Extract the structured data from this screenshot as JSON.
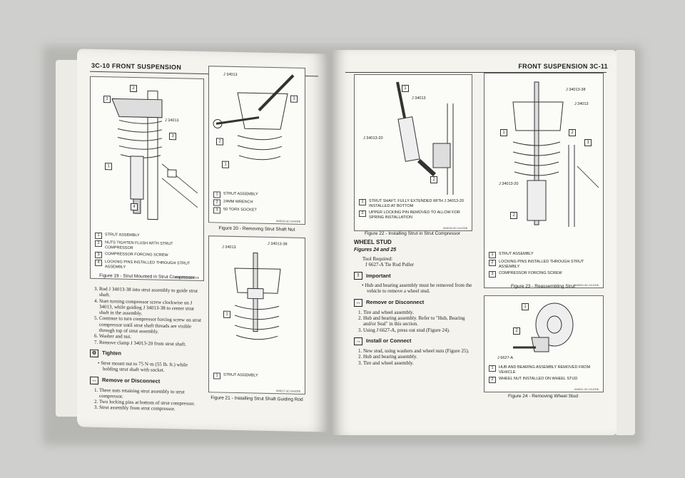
{
  "left_page": {
    "header": "3C-10 FRONT SUSPENSION",
    "fig19": {
      "legend": [
        {
          "n": "1",
          "text": "STRUT ASSEMBLY"
        },
        {
          "n": "2",
          "text": "NUTS TIGHTEN FLUSH WITH STRUT COMPRESSOR"
        },
        {
          "n": "3",
          "text": "COMPRESSOR FORCING SCREW"
        },
        {
          "n": "4",
          "text": "LOCKING PINS INSTALLED THROUGH STRUT ASSEMBLY"
        }
      ],
      "tool_label": "J 34013",
      "code": "W4015-3C-04-ED5",
      "caption": "Figure 19 - Strut Mounted in Strut Compressor"
    },
    "fig20": {
      "legend": [
        {
          "n": "1",
          "text": "STRUT ASSEMBLY"
        },
        {
          "n": "2",
          "text": "24mm WRENCH"
        },
        {
          "n": "3",
          "text": "50 TORX SOCKET"
        }
      ],
      "tool_label": "J 34013",
      "code": "W4016-3C-04-ED5",
      "caption": "Figure 20 - Removing Strut Shaft Nut"
    },
    "fig21": {
      "legend": [
        {
          "n": "1",
          "text": "STRUT ASSEMBLY"
        }
      ],
      "tool_label_a": "J 34013",
      "tool_label_b": "J 34013-38",
      "code": "W4017-3C-04-ED5",
      "caption": "Figure 21 - Installing Strut Shaft Guiding Rod"
    },
    "steps": [
      "Rod J 34013-38 into strut assembly to guide strut shaft.",
      "Start turning compressor screw clockwise on J 34013, while guiding J 34013-38 to center strut shaft in the assembly.",
      "Continue to turn compressor forcing screw on strut compressor until strut shaft threads are visible through top of strut assembly.",
      "Washer and nut.",
      "Remove clamp J 34013-20 from strut shaft."
    ],
    "tighten_title": "Tighten",
    "tighten_bullet": "Strut mount nut to 75 N·m (55 lb. ft.) while holding strut shaft with socket.",
    "remove_title": "Remove or Disconnect",
    "remove_steps": [
      "Three nuts retaining strut assembly to strut compressor.",
      "Two locking pins at bottom of strut compressor.",
      "Strut assembly from strut compressor."
    ]
  },
  "right_page": {
    "header": "FRONT SUSPENSION 3C-11",
    "fig22": {
      "legend": [
        {
          "n": "1",
          "text": "STRUT SHAFT, FULLY EXTENDED WITH J 34013-20 INSTALLED AT BOTTOM"
        },
        {
          "n": "2",
          "text": "UPPER LOCKING PIN REMOVED TO ALLOW FOR SPRING INSTALLATION"
        }
      ],
      "tool_label_a": "J 34013",
      "tool_label_b": "J 34013-20",
      "code": "W4018-3C-04-ED5",
      "caption": "Figure 22 - Installing Strut in Strut Compressor"
    },
    "fig23": {
      "legend": [
        {
          "n": "1",
          "text": "STRUT ASSEMBLY"
        },
        {
          "n": "2",
          "text": "LOCKING PINS INSTALLED THROUGH STRUT ASSEMBLY"
        },
        {
          "n": "3",
          "text": "COMPRESSOR FORCING SCREW"
        }
      ],
      "tool_label_a": "J 34013-38",
      "tool_label_b": "J 34013",
      "tool_label_c": "J 34013-20",
      "code": "W4020-3C-04-ED5",
      "caption": "Figure 23 - Reassembling Strut"
    },
    "fig24": {
      "legend": [
        {
          "n": "1",
          "text": "HUB AND BEARING ASSEMBLY REMOVED FROM VEHICLE"
        },
        {
          "n": "2",
          "text": "WHEEL NUT INSTALLED ON WHEEL STUD"
        }
      ],
      "tool_label": "J 6627-A",
      "code": "W4021-3C-04-ED5",
      "caption": "Figure 24 - Removing Wheel Stud"
    },
    "section_title": "WHEEL STUD",
    "figures_ref": "Figures 24 and 25",
    "tool_required": "Tool Required:",
    "tool_name": "J 6627-A Tie Rod Puller",
    "important_title": "Important",
    "important_bullet": "Hub and bearing assembly must be removed from the vehicle to remove a wheel stud.",
    "remove_title": "Remove or Disconnect",
    "remove_steps": [
      "Tire and wheel assembly.",
      "Hub and bearing assembly. Refer to \"Hub, Bearing and/or Seal\" in this section.",
      "Using J 6627-A, press out stud (Figure 24)."
    ],
    "install_title": "Install or Connect",
    "install_steps": [
      "New stud, using washers and wheel nuts (Figure 25).",
      "Hub and bearing assembly.",
      "Tire and wheel assembly."
    ]
  }
}
